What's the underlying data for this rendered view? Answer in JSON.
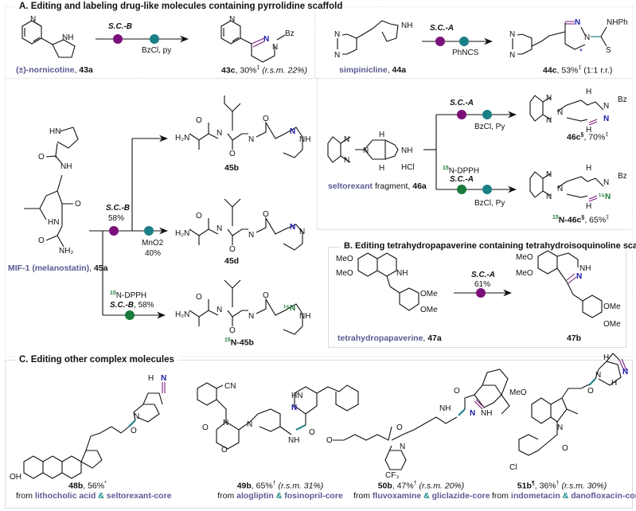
{
  "colors": {
    "step_purple": "#7b107b",
    "step_teal": "#1b7f86",
    "step_green": "#187a3c",
    "name_color": "#5a5a94",
    "n15_color": "#1e7d3a"
  },
  "sectionA": {
    "title": "A. Editing and labeling drug-like molecules containing pyrrolidine scaffold",
    "r43": {
      "reagent_top": "S.C.-B",
      "reagent_bottom": "BzCl, py",
      "sm_name": "(±)-nornicotine",
      "sm_id": "43a",
      "prod_id": "43c",
      "prod_yield": "30%",
      "prod_mark": "‡",
      "prod_rsm": "(r.s.m. 22%)"
    },
    "r44": {
      "reagent_top": "S.C.-A",
      "reagent_bottom": "PhNCS",
      "sm_name": "simpinicline",
      "sm_id": "44a",
      "prod_id": "44c",
      "prod_yield": "53%",
      "prod_mark": "‡",
      "prod_note": "(1:1 r.r.)"
    },
    "r45": {
      "sm_name": "MIF-1 (melanostatin)",
      "sm_id": "45a",
      "branch1_label": "S.C.-B",
      "branch1_yield": "58%",
      "branch2_reagent": "MnO2",
      "branch2_yield": "40%",
      "branch3_iso": "15",
      "branch3_reagent": "N-DPPH",
      "branch3_label": "S.C.-B",
      "branch3_yield": "58%",
      "p1_id": "45b",
      "p2_id": "45d",
      "p3_iso": "15",
      "p3_id": "N-45b"
    },
    "r46": {
      "sm_name": "seltorexant",
      "sm_suffix": "fragment,",
      "sm_id": "46a",
      "hcl": "HCl",
      "top_label": "S.C.-A",
      "top_reagent": "BzCl, Py",
      "p1_id": "46c",
      "p1_mark": "§",
      "p1_yield": "70%",
      "p1_yield_mark": "‡",
      "bot_iso": "15",
      "bot_reagent": "N-DPPH",
      "bot_label": "S.C.-A",
      "bot_reagent2": "BzCl, Py",
      "p2_iso": "15",
      "p2_id": "N-46c",
      "p2_mark": "§",
      "p2_yield": "65%",
      "p2_yield_mark": "‡"
    }
  },
  "sectionB": {
    "title": "B. Editing  tetrahydropapaverine containing tetrahydroisoquinoline scaffold",
    "label": "S.C.-A",
    "yield": "61%",
    "sm_name": "tetrahydropapaverine",
    "sm_id": "47a",
    "prod_id": "47b"
  },
  "sectionC": {
    "title": "C. Editing other complex molecules",
    "items": [
      {
        "id": "48b",
        "yield": "56%",
        "mark": "*",
        "rsm": "",
        "from": "from",
        "a": "lithocholic acid",
        "amp": "&",
        "b": "seltorexant-core"
      },
      {
        "id": "49b",
        "yield": "65%",
        "mark": "†",
        "rsm": "(r.s.m. 31%)",
        "from": "from",
        "a": "alogliptin",
        "amp": "&",
        "b": "fosinopril-core"
      },
      {
        "id": "50b",
        "yield": "47%",
        "mark": "†",
        "rsm": "(r.s.m. 20%)",
        "from": "from",
        "a": "fluvoxamine",
        "amp": "&",
        "b": "gliclazide-core"
      },
      {
        "id": "51b",
        "idmark": "¶",
        "yield": "36%",
        "mark": "†",
        "rsm": "(r.s.m. 30%)",
        "from": "from",
        "a": "indometacin",
        "amp": "&",
        "b": "danofloxacin-core"
      }
    ]
  },
  "atoms": {
    "N": "N",
    "NH": "NH",
    "HN": "HN",
    "H": "H",
    "Bz": "Bz",
    "NHPh": "NHPh",
    "S": "S",
    "O": "O",
    "H2N": "H₂N",
    "NH2": "NH₂",
    "MeO": "MeO",
    "OMe": "OMe",
    "CN": "CN",
    "CF3": "CF₃",
    "Cl": "Cl",
    "OH": "OH",
    "N15": "¹⁵N"
  }
}
